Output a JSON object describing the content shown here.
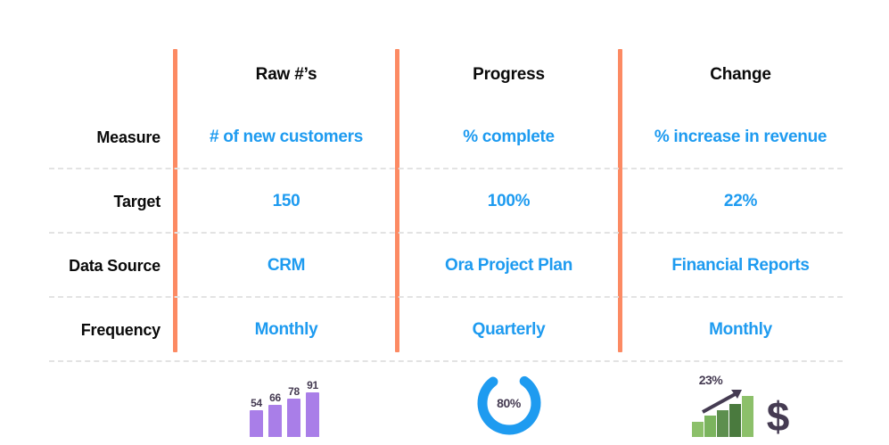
{
  "table": {
    "column_headers": [
      "",
      "Raw #’s",
      "Progress",
      "Change"
    ],
    "row_labels": [
      "Measure",
      "Target",
      "Data Source",
      "Frequency"
    ],
    "rows": [
      {
        "label": "Measure",
        "values": [
          "# of new customers",
          "% complete",
          "% increase in revenue"
        ]
      },
      {
        "label": "Target",
        "values": [
          "150",
          "100%",
          "22%"
        ]
      },
      {
        "label": "Data Source",
        "values": [
          "CRM",
          "Ora Project Plan",
          "Financial Reports"
        ]
      },
      {
        "label": "Frequency",
        "values": [
          "Monthly",
          "Quarterly",
          "Monthly"
        ]
      }
    ]
  },
  "colors": {
    "divider_orange": "#fc8a63",
    "value_blue": "#1e9bf0",
    "header_black": "#0a0a0a",
    "dashed_gray": "#e3e3e3",
    "bar_purple": "#a97ee8",
    "donut_blue": "#1e9bf0",
    "green_light": "#8cc06a",
    "green_dark": "#5d8f4e",
    "dark_charcoal": "#453b52"
  },
  "chart_data": [
    {
      "type": "bar",
      "title": "Raw #’s",
      "categories": [
        "1",
        "2",
        "3",
        "4"
      ],
      "values": [
        54,
        66,
        78,
        91
      ],
      "value_labels": [
        "54",
        "66",
        "78",
        "91"
      ],
      "xlabel": "",
      "ylabel": "",
      "ylim": [
        0,
        100
      ],
      "grid": false,
      "legend": "none",
      "series_color": "#a97ee8"
    },
    {
      "type": "pie",
      "title": "Progress",
      "subtype": "donut",
      "categories": [
        "complete",
        "remaining"
      ],
      "values": [
        80,
        20
      ],
      "center_label": "80%",
      "legend": "none",
      "series_color": "#1e9bf0"
    },
    {
      "type": "bar",
      "title": "Change",
      "categories": [
        "1",
        "2",
        "3",
        "4",
        "5"
      ],
      "values": [
        38,
        52,
        66,
        80,
        100
      ],
      "annotation": "23%",
      "trend": "increasing",
      "legend": "none",
      "series_colors": [
        "#8cc06a",
        "#7bb45e",
        "#5d8f4e",
        "#4a7a3e",
        "#8cc06a"
      ],
      "adjacent_icon": "dollar-sign",
      "adjacent_icon_glyph": "$"
    }
  ]
}
